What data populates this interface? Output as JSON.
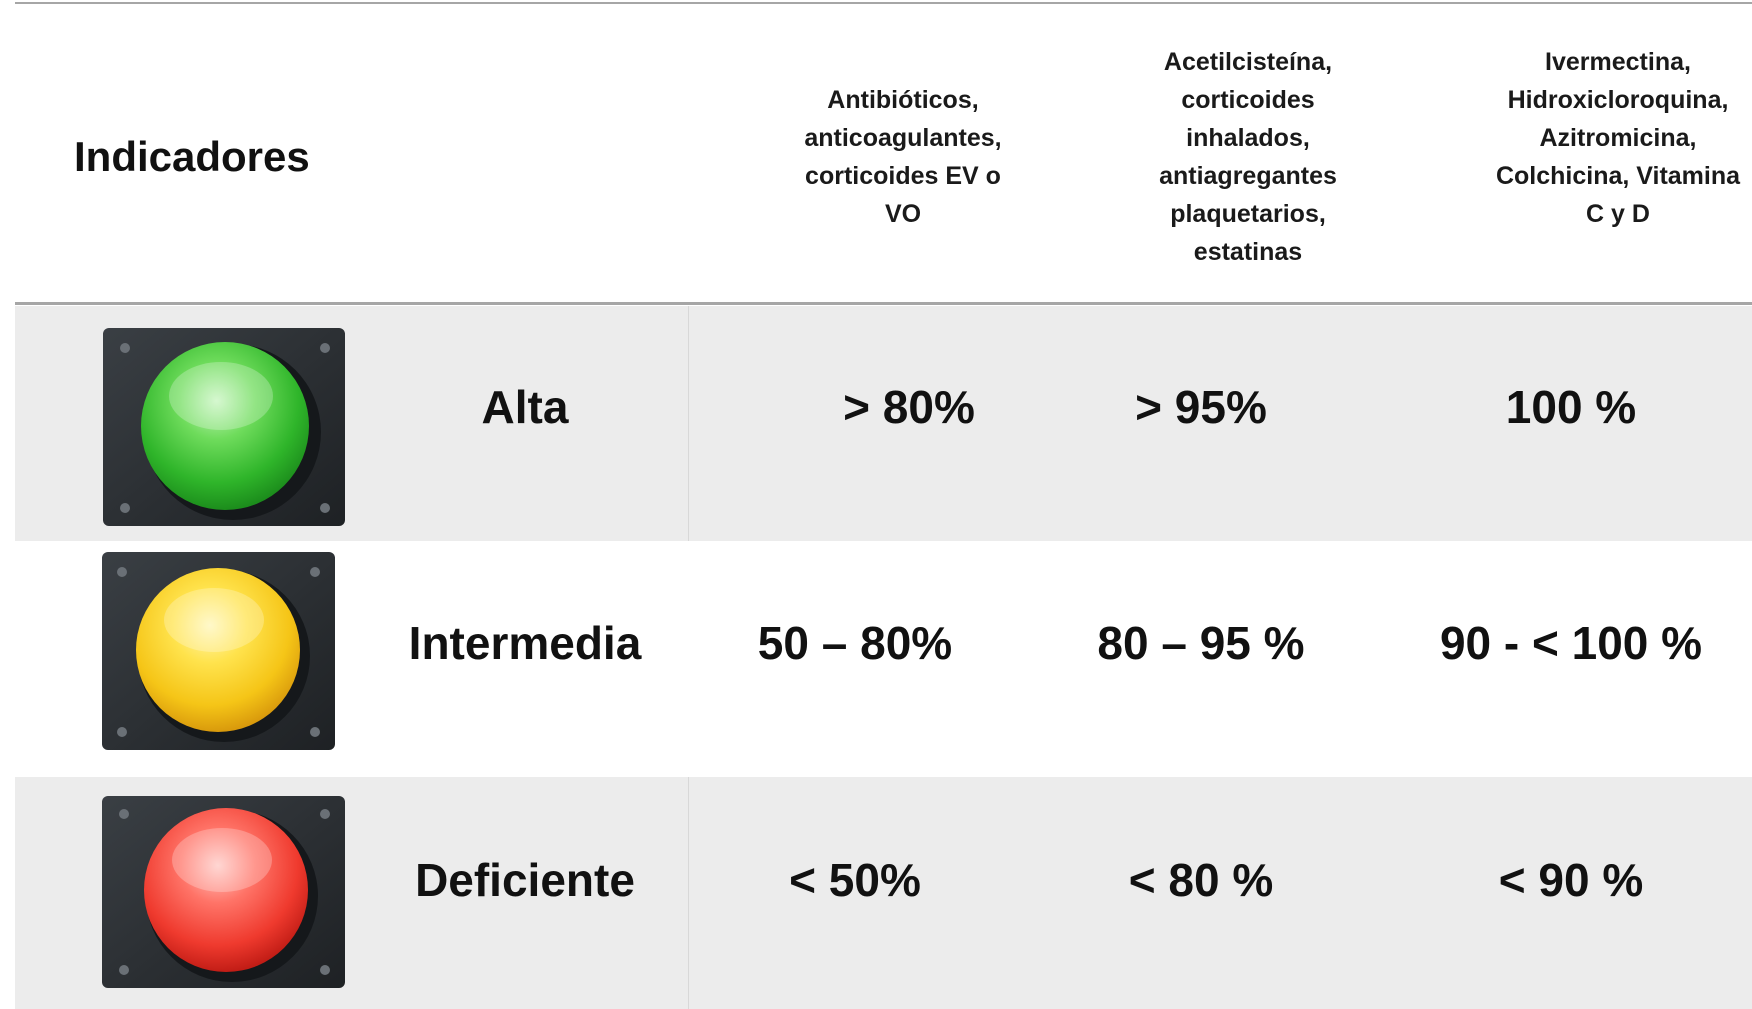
{
  "header": {
    "title": "Indicadores",
    "columns": [
      {
        "lines": [
          "Antibióticos,",
          "anticoagulantes,",
          "corticoides EV o",
          "VO"
        ]
      },
      {
        "lines": [
          "Acetilcisteína,",
          "corticoides",
          "inhalados,",
          "antiagregantes",
          "plaquetarios,",
          "estatinas"
        ]
      },
      {
        "lines": [
          "Ivermectina,",
          "Hidroxicloroquina,",
          "Azitromicina,",
          "Colchicina, Vitamina",
          "C y D"
        ]
      }
    ]
  },
  "rows": [
    {
      "label": "Alta",
      "light_icon": "green-traffic-light-icon",
      "light_color": "#3dc43a",
      "values": [
        "> 80%",
        "> 95%",
        "100 %"
      ]
    },
    {
      "label": "Intermedia",
      "light_icon": "yellow-traffic-light-icon",
      "light_color": "#f2c51b",
      "values": [
        "50 – 80%",
        "80 – 95 %",
        "90 - < 100 %"
      ]
    },
    {
      "label": "Deficiente",
      "light_icon": "red-traffic-light-icon",
      "light_color": "#ee3b30",
      "values": [
        "< 50%",
        "< 80 %",
        "< 90 %"
      ]
    }
  ],
  "colors": {
    "row_shade": "#ececec",
    "rule": "#a6a6a6",
    "panel": "#2b2f33"
  }
}
